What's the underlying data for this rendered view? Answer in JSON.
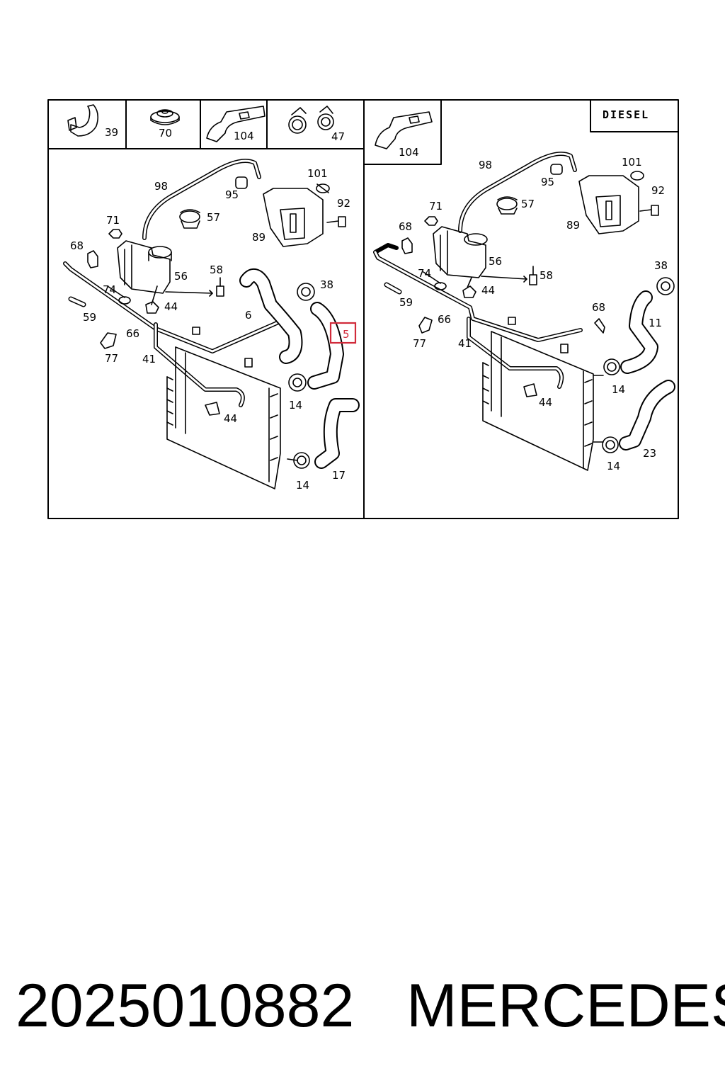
{
  "diagram": {
    "badge": "DIESEL",
    "highlight_color": "#d12a3a",
    "selected_callout": "5",
    "left_header_callouts": [
      "39",
      "70",
      "104",
      "47"
    ],
    "right_header_callouts": [
      "104"
    ],
    "left_callouts": {
      "c98": "98",
      "c95": "95",
      "c101": "101",
      "c57": "57",
      "c92": "92",
      "c71": "71",
      "c89": "89",
      "c68": "68",
      "c56": "56",
      "c58": "58",
      "c74": "74",
      "c44a": "44",
      "c38": "38",
      "c6": "6",
      "c59": "59",
      "c66": "66",
      "c5": "5",
      "c77": "77",
      "c41": "41",
      "c14a": "14",
      "c44b": "44",
      "c17": "17",
      "c14b": "14"
    },
    "right_callouts": {
      "c98": "98",
      "c101": "101",
      "c95": "95",
      "c57": "57",
      "c92": "92",
      "c71": "71",
      "c68": "68",
      "c89": "89",
      "c56": "56",
      "c74": "74",
      "c58": "58",
      "c44a": "44",
      "c38": "38",
      "c59": "59",
      "c68b": "68",
      "c66": "66",
      "c11": "11",
      "c77": "77",
      "c41": "41",
      "c14a": "14",
      "c44b": "44",
      "c23": "23",
      "c14b": "14"
    }
  },
  "caption": {
    "part_number": "2025010882",
    "brand": "MERCEDES"
  }
}
